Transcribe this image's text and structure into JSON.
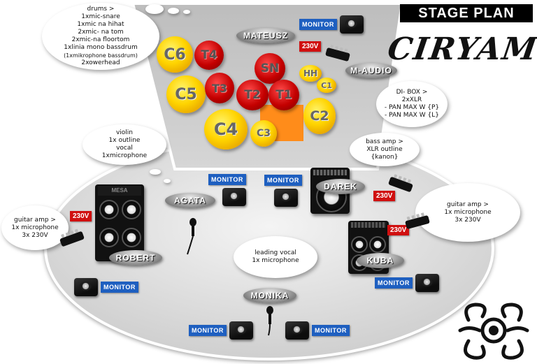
{
  "title": {
    "text": "STAGE PLAN",
    "band_logo": "CIRYAM"
  },
  "colors": {
    "monitor": "#1e5fc0",
    "power": "#d01010",
    "cymbal": "#ffd400",
    "tom": "#c40000",
    "drum_riser": "#c8c8c8",
    "stage_floor": "#e0e0e0"
  },
  "musicians": {
    "mateusz": "MATEUSZ",
    "m_audio": "M-AUDIO",
    "agata": "AGATA",
    "darek": "DAREK",
    "robert": "ROBERT",
    "kuba": "KUBA",
    "monika": "MONIKA"
  },
  "drum_kit": {
    "c6": "C6",
    "t4": "T4",
    "sn": "SN",
    "hh": "HH",
    "c1": "C1",
    "c5": "C5",
    "t3": "T3",
    "t2": "T2",
    "t1": "T1",
    "c2": "C2",
    "c4": "C4",
    "c3": "C3"
  },
  "labels": {
    "monitor": "MONITOR",
    "power": "230V"
  },
  "notes": {
    "drums": [
      "drums >",
      "1xmic-snare",
      "1xmic na hihat",
      "2xmic- na tom",
      "2xmic-na floortom",
      "1xlinia mono bassdrum",
      "(1xmikrophone bassdrum)",
      "2xowerhead"
    ],
    "di_box": [
      "DI- BOX >",
      "2xXLR",
      "- PAN MAX W {P}",
      "- PAN MAX W {L}"
    ],
    "violin": [
      "violin",
      "1x outline",
      "vocal",
      "1xmicrophone"
    ],
    "bass": [
      "bass amp >",
      "XLR outline",
      "{kanon}"
    ],
    "guitar_left": [
      "guitar amp >",
      "1x microphone",
      "3x 230V"
    ],
    "guitar_right": [
      "guitar amp >",
      "1x microphone",
      "3x 230V"
    ],
    "lead_vocal": [
      "leading vocal",
      "1x microphone"
    ]
  },
  "amp_brand": "MESA"
}
